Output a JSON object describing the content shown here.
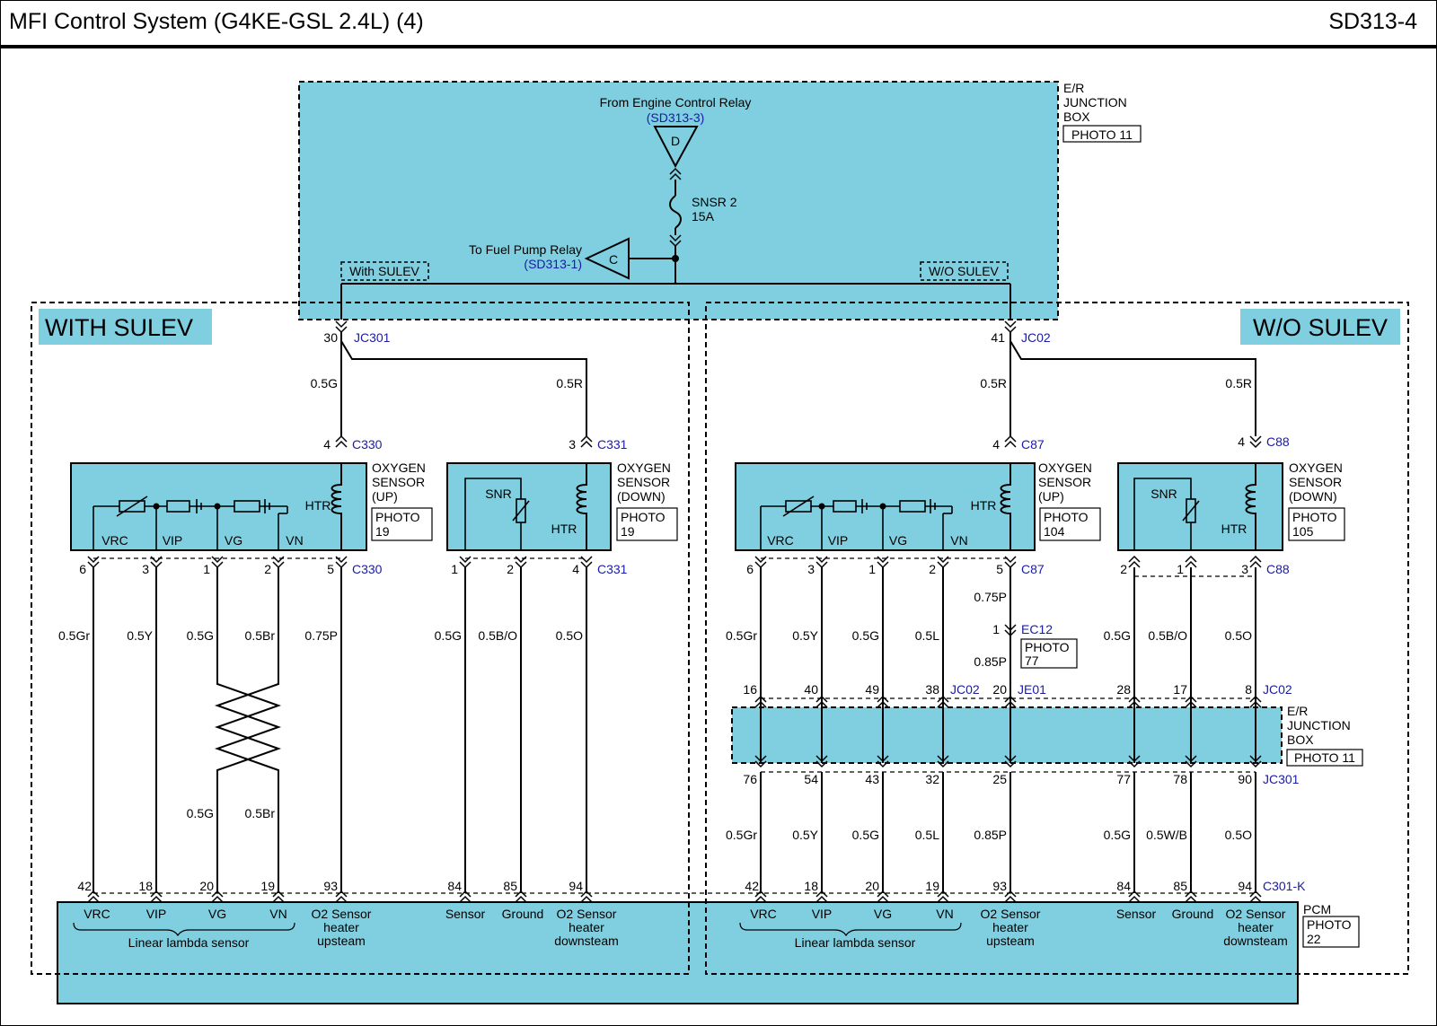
{
  "header": {
    "title": "MFI Control System (G4KE-GSL 2.4L) (4)",
    "code": "SD313-4"
  },
  "colors": {
    "box_fill": "#7fcfe0",
    "connector_blue": "#1a1aa8",
    "wire": "#000000"
  },
  "junction_box_top": {
    "label_lines": [
      "E/R",
      "JUNCTION",
      "BOX"
    ],
    "photo": "PHOTO 11",
    "from_text": "From Engine Control Relay",
    "from_ref": "(SD313-3)",
    "from_letter": "D",
    "fuse_name": "SNSR 2",
    "fuse_rating": "15A",
    "to_text": "To Fuel Pump Relay",
    "to_ref": "(SD313-1)",
    "to_letter": "C",
    "option_with": "With SULEV",
    "option_without": "W/O SULEV"
  },
  "sections": {
    "with": "WITH SULEV",
    "without": "W/O SULEV"
  },
  "left": {
    "jc_pin": "30",
    "jc_name": "JC301",
    "wire_up": "0.5G",
    "wire_down": "0.5R",
    "up_conn_pin": "4",
    "up_conn": "C330",
    "down_conn_pin": "3",
    "down_conn": "C331",
    "sensor_up": {
      "name": [
        "OXYGEN",
        "SENSOR",
        "(UP)"
      ],
      "photo": [
        "PHOTO",
        "19"
      ],
      "labels": [
        "VRC",
        "VIP",
        "VG",
        "VN"
      ],
      "htr": "HTR"
    },
    "sensor_down": {
      "name": [
        "OXYGEN",
        "SENSOR",
        "(DOWN)"
      ],
      "photo": [
        "PHOTO",
        "19"
      ],
      "snr": "SNR",
      "htr": "HTR"
    },
    "up_pins": [
      "6",
      "3",
      "1",
      "2",
      "5"
    ],
    "up_pin_conn": "C330",
    "down_pins": [
      "1",
      "2",
      "4"
    ],
    "down_pin_conn": "C331",
    "wires_up": [
      "0.5Gr",
      "0.5Y",
      "0.5G",
      "0.5Br",
      "0.75P"
    ],
    "twisted_after": [
      "0.5G",
      "0.5Br"
    ],
    "wires_down": [
      "0.5G",
      "0.5B/O",
      "0.5O"
    ],
    "pcm_pins": [
      "42",
      "18",
      "20",
      "19",
      "93",
      "84",
      "85",
      "94"
    ]
  },
  "right": {
    "jc_pin": "41",
    "jc_name": "JC02",
    "wire_up": "0.5R",
    "wire_down": "0.5R",
    "up_conn_pin": "4",
    "up_conn": "C87",
    "down_conn_pin": "4",
    "down_conn": "C88",
    "sensor_up": {
      "name": [
        "OXYGEN",
        "SENSOR",
        "(UP)"
      ],
      "photo": [
        "PHOTO",
        "104"
      ],
      "labels": [
        "VRC",
        "VIP",
        "VG",
        "VN"
      ],
      "htr": "HTR"
    },
    "sensor_down": {
      "name": [
        "OXYGEN",
        "SENSOR",
        "(DOWN)"
      ],
      "photo": [
        "PHOTO",
        "105"
      ],
      "snr": "SNR",
      "htr": "HTR"
    },
    "up_pins": [
      "6",
      "3",
      "1",
      "2",
      "5"
    ],
    "up_pin_conn": "C87",
    "down_pins": [
      "2",
      "1",
      "3"
    ],
    "down_pin_conn": "C88",
    "htr_wire_1": "0.75P",
    "ec_pin": "1",
    "ec_name": "EC12",
    "ec_photo": [
      "PHOTO",
      "77"
    ],
    "htr_wire_2": "0.85P",
    "wires_top": [
      "0.5Gr",
      "0.5Y",
      "0.5G",
      "0.5L",
      "0.5G",
      "0.5B/O",
      "0.5O"
    ],
    "jb_top_pins": [
      "16",
      "40",
      "49",
      "38",
      "20",
      "28",
      "17",
      "8"
    ],
    "jb_top_conn_a": "JC02",
    "jb_top_conn_b": "JE01",
    "jb_top_conn_c": "JC02",
    "jb_label_lines": [
      "E/R",
      "JUNCTION",
      "BOX"
    ],
    "jb_photo": "PHOTO 11",
    "jb_bottom_pins": [
      "76",
      "54",
      "43",
      "32",
      "25",
      "77",
      "78",
      "90"
    ],
    "jb_bottom_conn": "JC301",
    "wires_bottom": [
      "0.5Gr",
      "0.5Y",
      "0.5G",
      "0.5L",
      "0.85P",
      "0.5G",
      "0.5W/B",
      "0.5O"
    ],
    "pcm_pins": [
      "42",
      "18",
      "20",
      "19",
      "93",
      "84",
      "85",
      "94"
    ],
    "pcm_conn": "C301-K"
  },
  "pcm": {
    "name": "PCM",
    "photo": [
      "PHOTO",
      "22"
    ],
    "left_labels": [
      "VRC",
      "VIP",
      "VG",
      "VN"
    ],
    "o2_up": [
      "O2 Sensor",
      "heater",
      "upsteam"
    ],
    "sensor": "Sensor",
    "ground": "Ground",
    "o2_down": [
      "O2 Sensor",
      "heater",
      "downsteam"
    ],
    "linear": "Linear lambda sensor"
  }
}
